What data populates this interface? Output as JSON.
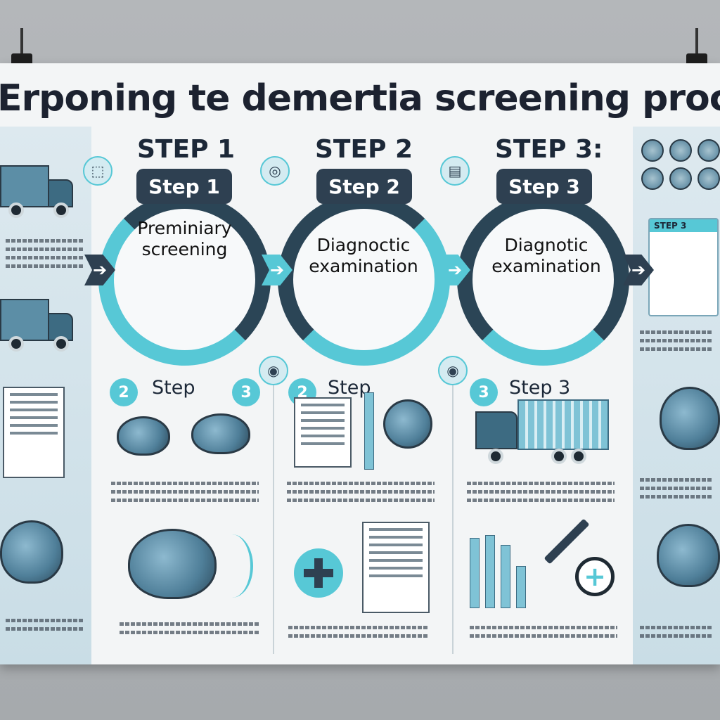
{
  "title": "Erponing te demertia screening process",
  "step_headers": [
    "STEP 1",
    "STEP 2",
    "STEP 3:"
  ],
  "pills": [
    "Step 1",
    "Step 2",
    "Step 3"
  ],
  "ring_labels": [
    {
      "line1": "Preminiary",
      "line2": "screening"
    },
    {
      "line1": "Diagnoctic",
      "line2": "examination"
    },
    {
      "line1": "Diagnotic",
      "line2": "examination"
    }
  ],
  "lower_numbers": [
    "2",
    "3",
    "2",
    "3"
  ],
  "lower_labels": [
    "Step",
    "Step",
    "Step 3"
  ],
  "right_card_header": "STEP 3",
  "arrow_glyph": "➔",
  "colors": {
    "navy": "#2e4051",
    "teal": "#57c8d6",
    "panel": "#dde9ef"
  }
}
